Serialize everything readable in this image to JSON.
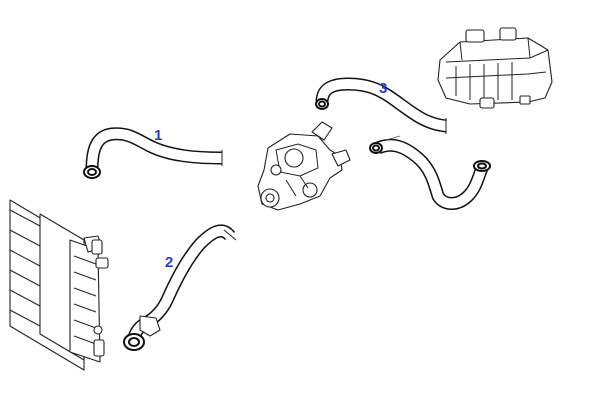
{
  "accent_color": "#1f3fd1",
  "callouts": [
    {
      "number": "1"
    },
    {
      "number": "2"
    },
    {
      "number": "3"
    }
  ]
}
